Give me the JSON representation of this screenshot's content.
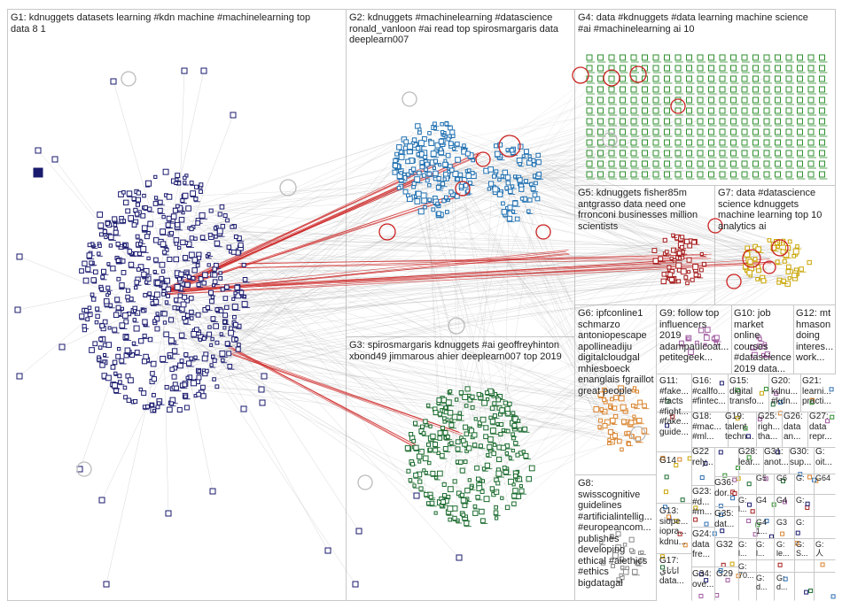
{
  "colors": {
    "G1": "#1a1a6e",
    "G2": "#1f6fb0",
    "G3": "#1b6b2e",
    "G4": "#2f8f2f",
    "G5": "#a61c1c",
    "G6": "#d9822b",
    "G7": "#c9a400",
    "edge": "#9a9a9a",
    "edge_highlight": "#cc2222",
    "frame": "#c8c8c8"
  },
  "groups": [
    {
      "id": "G1",
      "label": "G1: kdnuggets datasets learning #kdn machine #machinelearning top\ndata 8 1"
    },
    {
      "id": "G2",
      "label": "G2: kdnuggets #machinelearning #datascience\nronald_vanloon #ai read top spirosmargaris data\ndeeplearn007"
    },
    {
      "id": "G3",
      "label": "G3: spirosmargaris kdnuggets #ai geoffreyhinton\nxbond49 jimmarous ahier deeplearn007 top 2019"
    },
    {
      "id": "G4",
      "label": "G4: data #kdnuggets #data learning machine science\n#ai #machinelearning ai 10"
    },
    {
      "id": "G5",
      "label": "G5: kdnuggets fisher85m\nantgrasso data need one\nfrronconi businesses million\nscientists"
    },
    {
      "id": "G6",
      "label": "G6: ipfconline1\nschmarzo\nantoniopescape\napollineadiju\ndigitalcloudgal\nmhiesboeck\nenanglais fgraillot\ngreat people"
    },
    {
      "id": "G7",
      "label": "G7: data #datascience\nscience kdnuggets\nmachine learning top 10\nanalytics ai"
    },
    {
      "id": "G8",
      "label": "G8:\nswisscognitive\nguidelines\n#artificialintellig...\n#europeancom...\npublishes\ndeveloping\nethical #aiethics\n#ethics\nbigdatagal"
    },
    {
      "id": "G9",
      "label": "G9: follow top\ninfluencers\n2019\nadampaulcoat...\npetitegeek..."
    },
    {
      "id": "G10",
      "label": "G10: job\nmarket online\ncourses\n#datascience\n2019 data..."
    },
    {
      "id": "G11",
      "label": "G11:\n#fake...\n#facts\n#fight...\n#fake...\nguide..."
    },
    {
      "id": "G12",
      "label": "G12: mt\nhmason\ndoing\ninteres...\nwork..."
    },
    {
      "id": "G13",
      "label": "G13:\nsiope...\niopra...\nkdnu..."
    },
    {
      "id": "G14",
      "label": "G14"
    },
    {
      "id": "G15",
      "label": "G15:\ndigital\ntransfo..."
    },
    {
      "id": "G16",
      "label": "G16:\n#callfo...\n#fintec..."
    },
    {
      "id": "G17",
      "label": "G17:\nاتاتاي\ndata..."
    },
    {
      "id": "G18",
      "label": "G18:\n#mac...\n#ml..."
    },
    {
      "id": "G19",
      "label": "G19:\ntalent\ntechn..."
    },
    {
      "id": "G20",
      "label": "G20:\nkdnu...\n#kdn..."
    },
    {
      "id": "G21",
      "label": "G21:\nlearni...\npracti..."
    },
    {
      "id": "G22",
      "label": "G22\nrely..."
    },
    {
      "id": "G23",
      "label": "G23:\n#d...\n#m..."
    },
    {
      "id": "G24",
      "label": "G24:\ndata\nfre..."
    },
    {
      "id": "G25",
      "label": "G25:\nrigh...\ntha..."
    },
    {
      "id": "G26",
      "label": "G26:\ndata\nan..."
    },
    {
      "id": "G27",
      "label": "G27:\ndata\nrepr..."
    },
    {
      "id": "G28",
      "label": "G28:\nlear..."
    },
    {
      "id": "G29",
      "label": "G29"
    },
    {
      "id": "G30",
      "label": "G30:\nsup..."
    },
    {
      "id": "G31",
      "label": "G31:\nanot..."
    },
    {
      "id": "G32",
      "label": "G32"
    },
    {
      "id": "G33",
      "label": "G33:\nrely..."
    },
    {
      "id": "G34",
      "label": "G34:\nove..."
    },
    {
      "id": "G35",
      "label": "G35:\ndat..."
    },
    {
      "id": "G36",
      "label": "G36:\ndor..."
    },
    {
      "id": "G37",
      "label": "G:\noit..."
    },
    {
      "id": "G38",
      "label": "G5"
    },
    {
      "id": "G39",
      "label": "G6"
    },
    {
      "id": "G40",
      "label": "G:"
    },
    {
      "id": "G41",
      "label": "G64"
    },
    {
      "id": "G42",
      "label": "G:\nl..."
    },
    {
      "id": "G43",
      "label": "G4"
    },
    {
      "id": "G44",
      "label": "G4"
    },
    {
      "id": "G45",
      "label": "G:"
    },
    {
      "id": "G46",
      "label": "G4\n1..."
    },
    {
      "id": "G47",
      "label": "G3"
    },
    {
      "id": "G48",
      "label": "G:"
    },
    {
      "id": "G49",
      "label": "G:\nl..."
    },
    {
      "id": "G50",
      "label": "G:\n人"
    },
    {
      "id": "G51",
      "label": "G:\n70..."
    },
    {
      "id": "G52",
      "label": "G:\nl..."
    },
    {
      "id": "G53",
      "label": "G:\nle..."
    },
    {
      "id": "G54",
      "label": "G:\nS..."
    },
    {
      "id": "G55",
      "label": "G:\nd..."
    },
    {
      "id": "G56",
      "label": "G:\nd..."
    }
  ]
}
